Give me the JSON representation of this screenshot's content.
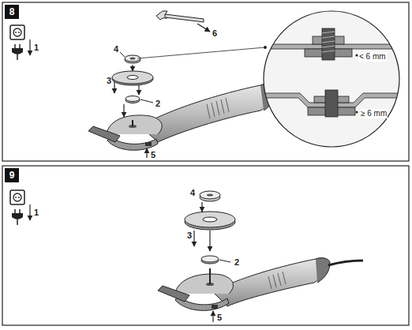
{
  "diagram": {
    "nodes": [
      {
        "text": [
          "8"
        ]
      },
      {
        "text": [
          "9"
        ]
      }
    ],
    "labels": [
      "1",
      "6",
      "4",
      "3",
      "2",
      "5",
      "< 6 mm",
      "≥ 6 mm",
      "1",
      "4",
      "3",
      "2",
      "5"
    ]
  }
}
